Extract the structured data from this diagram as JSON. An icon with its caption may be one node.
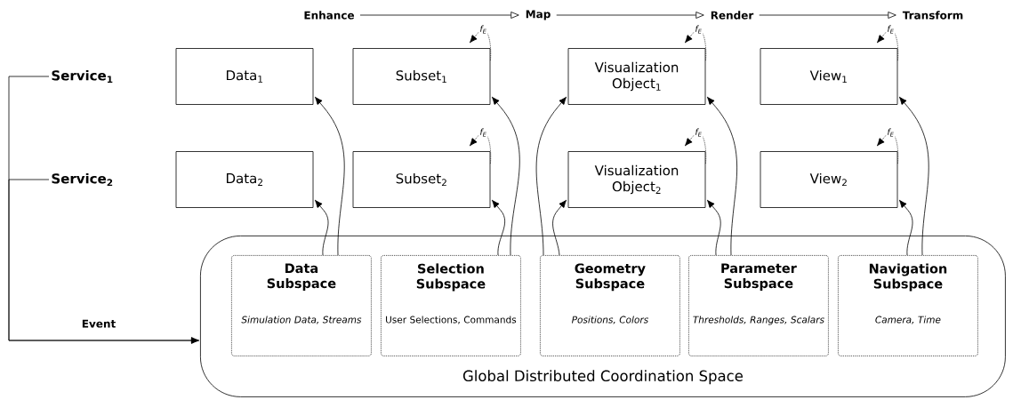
{
  "diagram": {
    "nodes": [
      {
        "text": [
          "Global Distributed Coordination Space"
        ]
      },
      {
        "text": [
          "Data Subspace",
          "Simulation Data, Streams"
        ],
        "in": 0
      },
      {
        "text": [
          "Selection Subspace",
          "User Selections, Commands"
        ],
        "in": 0
      },
      {
        "text": [
          "Geometry Subspace",
          "Positions, Colors"
        ],
        "in": 0
      },
      {
        "text": [
          "Parameter Subspace",
          "Thresholds, Ranges, Scalars"
        ],
        "in": 0
      },
      {
        "text": [
          "Navigation Subspace",
          "Camera, Time"
        ],
        "in": 0
      },
      {
        "text": [
          "Data$_{1}$"
        ]
      },
      {
        "text": [
          "Subset$_{1}$"
        ]
      },
      {
        "text": [
          "Visualization Object$_{1}$"
        ]
      },
      {
        "text": [
          "View$_{1}$"
        ]
      },
      {
        "text": [
          "Data$_{2}$"
        ]
      },
      {
        "text": [
          "Subset$_{2}$"
        ]
      },
      {
        "text": [
          "Visualization Object$_{2}$"
        ]
      },
      {
        "text": [
          "View$_{2}$"
        ]
      },
      {
        "text": [
          "Service$_{1}$"
        ]
      },
      {
        "text": [
          "Service$_{2}$"
        ]
      },
      {
        "text": [
          "Enhance"
        ]
      },
      {
        "text": [
          "Map"
        ]
      },
      {
        "text": [
          "Render"
        ]
      },
      {
        "text": [
          "Transform"
        ]
      }
    ],
    "edges": [
      {
        "from": 14,
        "to": 0,
        "arrow": "to",
        "label": "Event"
      },
      {
        "from": 15,
        "to": 0,
        "arrow": "to"
      },
      {
        "from": 16,
        "to": 17,
        "arrow": "to"
      },
      {
        "from": 17,
        "to": 18,
        "arrow": "to"
      },
      {
        "from": 18,
        "to": 19,
        "arrow": "to"
      },
      {
        "from": 7,
        "to": 7,
        "arrow": "to",
        "style": "dashed",
        "label": "f$_{E}$"
      },
      {
        "from": 8,
        "to": 8,
        "arrow": "to",
        "style": "dashed",
        "label": "f$_{E}$"
      },
      {
        "from": 9,
        "to": 9,
        "arrow": "to",
        "style": "dashed",
        "label": "f$_{E}$"
      },
      {
        "from": 11,
        "to": 11,
        "arrow": "to",
        "style": "dashed",
        "label": "f$_{E}$"
      },
      {
        "from": 12,
        "to": 12,
        "arrow": "to",
        "style": "dashed",
        "label": "f$_{E}$"
      },
      {
        "from": 13,
        "to": 13,
        "arrow": "to",
        "style": "dashed",
        "label": "f$_{E}$"
      },
      {
        "from": 1,
        "to": 6,
        "arrow": "to"
      },
      {
        "from": 1,
        "to": 10,
        "arrow": "to"
      },
      {
        "from": 2,
        "to": 7,
        "arrow": "to"
      },
      {
        "from": 2,
        "to": 11,
        "arrow": "to"
      },
      {
        "from": 3,
        "to": 8,
        "arrow": "to"
      },
      {
        "from": 3,
        "to": 12,
        "arrow": "to"
      },
      {
        "from": 4,
        "to": 8,
        "arrow": "to"
      },
      {
        "from": 4,
        "to": 12,
        "arrow": "to"
      },
      {
        "from": 5,
        "to": 9,
        "arrow": "to"
      },
      {
        "from": 5,
        "to": 13,
        "arrow": "to"
      }
    ]
  }
}
